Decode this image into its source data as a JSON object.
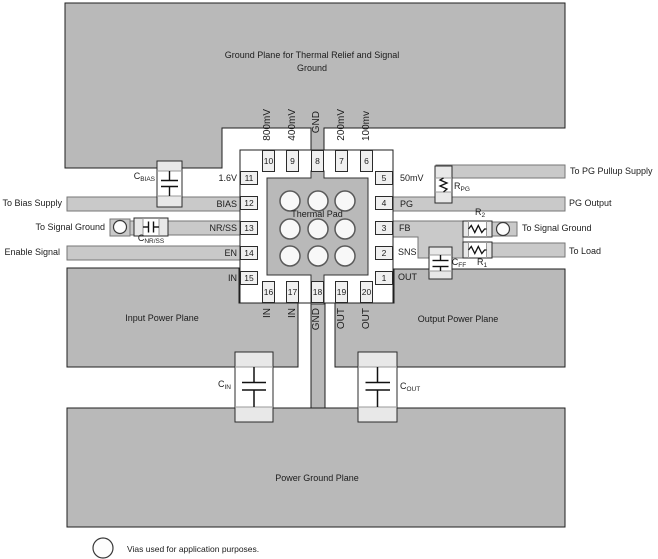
{
  "figure": {
    "title_line1": "Ground Plane for Thermal Relief and Signal",
    "title_line2": "Ground",
    "input_plane_label": "Input Power Plane",
    "output_plane_label": "Output Power Plane",
    "power_ground_plane_label": "Power Ground Plane",
    "thermal_pad_label": "Thermal Pad",
    "note": "Vias used for application purposes."
  },
  "ic": {
    "pins_left": [
      {
        "number": "11",
        "label": "1.6V"
      },
      {
        "number": "12",
        "label": "BIAS"
      },
      {
        "number": "13",
        "label": "NR/SS"
      },
      {
        "number": "14",
        "label": "EN"
      },
      {
        "number": "15",
        "label": "IN"
      }
    ],
    "pins_right": [
      {
        "number": "5",
        "label": "50mV"
      },
      {
        "number": "4",
        "label": "PG"
      },
      {
        "number": "3",
        "label": "FB"
      },
      {
        "number": "2",
        "label": "SNS"
      },
      {
        "number": "1",
        "label": "OUT"
      }
    ],
    "pins_top": [
      {
        "number": "10",
        "label": "800mV"
      },
      {
        "number": "9",
        "label": "400mV"
      },
      {
        "number": "8",
        "label": "GND"
      },
      {
        "number": "7",
        "label": "200mV"
      },
      {
        "number": "6",
        "label": "100mv"
      }
    ],
    "pins_bottom": [
      {
        "number": "16",
        "label": "IN"
      },
      {
        "number": "17",
        "label": "IN"
      },
      {
        "number": "18",
        "label": "GND"
      },
      {
        "number": "19",
        "label": "OUT"
      },
      {
        "number": "20",
        "label": "OUT"
      }
    ]
  },
  "external_labels": {
    "to_bias_supply": "To Bias Supply",
    "to_signal_ground_left": "To Signal Ground",
    "enable_signal": "Enable Signal",
    "to_pg_pullup_supply": "To PG Pullup Supply",
    "pg_output": "PG Output",
    "to_signal_ground_right": "To Signal Ground",
    "to_load": "To Load"
  },
  "components": {
    "c_bias": {
      "main": "C",
      "sub": "BIAS"
    },
    "c_nrss": {
      "main": "C",
      "sub": "NR/SS"
    },
    "r_pg": {
      "main": "R",
      "sub": "PG"
    },
    "r2": {
      "main": "R",
      "sub": "2"
    },
    "r1": {
      "main": "R",
      "sub": "1"
    },
    "c_ff": {
      "main": "C",
      "sub": "FF"
    },
    "c_in": {
      "main": "C",
      "sub": "IN"
    },
    "c_out": {
      "main": "C",
      "sub": "OUT"
    }
  },
  "colors": {
    "plane": "#b9b9b9",
    "trace": "#c9c9c9",
    "pin_box": "#f0f0f0",
    "component_pad": "#e8e8e8",
    "via_fill": "#f8f8f8",
    "outline": "#1f1f1f"
  }
}
